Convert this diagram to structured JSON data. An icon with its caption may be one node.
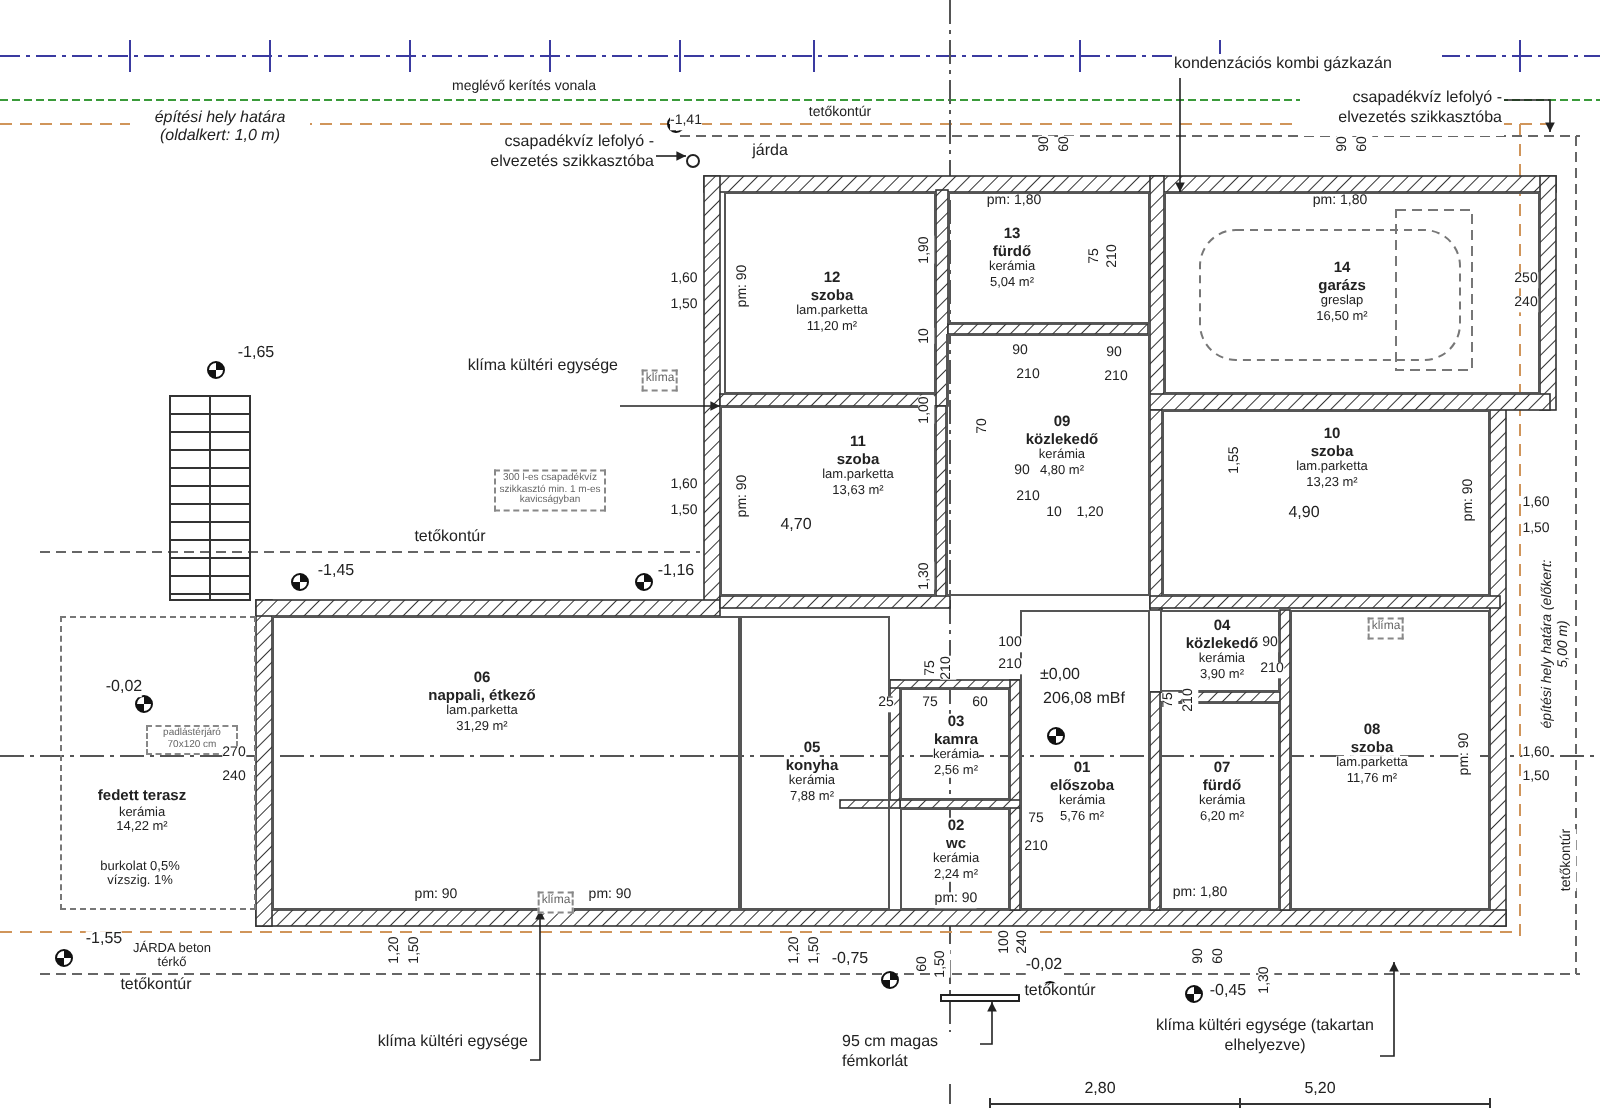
{
  "diagram": {
    "nodes": [
      {
        "text": [
          "12",
          "szoba",
          "lam.parketta",
          "11,20 m²"
        ]
      },
      {
        "text": [
          "13",
          "fürdő",
          "kerámia",
          "5,04 m²"
        ]
      },
      {
        "text": [
          "14",
          "garázs",
          "greslap",
          "16,50 m²"
        ]
      },
      {
        "text": [
          "11",
          "szoba",
          "lam.parketta",
          "13,63 m²"
        ]
      },
      {
        "text": [
          "09",
          "közlekedő",
          "kerámia",
          "4,80 m²"
        ]
      },
      {
        "text": [
          "10",
          "szoba",
          "lam.parketta",
          "13,23 m²"
        ]
      },
      {
        "text": [
          "06",
          "nappali, étkező",
          "lam.parketta",
          "31,29 m²"
        ]
      },
      {
        "text": [
          "05",
          "konyha",
          "kerámia",
          "7,88 m²"
        ]
      },
      {
        "text": [
          "03",
          "kamra",
          "kerámia",
          "2,56 m²"
        ]
      },
      {
        "text": [
          "04",
          "közlekedő",
          "kerámia",
          "3,90 m²"
        ]
      },
      {
        "text": [
          "01",
          "előszoba",
          "kerámia",
          "5,76 m²"
        ]
      },
      {
        "text": [
          "07",
          "fürdő",
          "kerámia",
          "6,20 m²"
        ]
      },
      {
        "text": [
          "08",
          "szoba",
          "lam.parketta",
          "11,76 m²"
        ]
      },
      {
        "text": [
          "02",
          "wc",
          "kerámia",
          "2,24 m²"
        ]
      },
      {
        "text": [
          "fedett terasz",
          "kerámia",
          "14,22 m²"
        ]
      },
      {
        "text": [
          "klíma kültéri egysége"
        ]
      },
      {
        "text": [
          "kondenzációs kombi gázkazán"
        ]
      },
      {
        "text": [
          "csapadékvíz lefolyó -elvezetés szikkasztóba"
        ]
      },
      {
        "text": [
          "csapadékvíz lefolyó -elvezetés szikkasztóba"
        ]
      },
      {
        "text": [
          "klíma kültéri egysége"
        ]
      },
      {
        "text": [
          "95 cm magas fémkorlát"
        ]
      },
      {
        "text": [
          "klíma kültéri egysége (takartan elhelyezve)"
        ]
      },
      {
        "text": [],
        "shape": "bar"
      },
      {
        "text": [],
        "shape": "circle"
      }
    ],
    "edges": [
      {
        "from": 15,
        "to": 3,
        "arrow": "to"
      },
      {
        "from": 16,
        "to": 2,
        "arrow": "to"
      },
      {
        "from": 17,
        "to": 23,
        "arrow": "to"
      },
      {
        "from": 18,
        "to": null,
        "arrow": "to"
      },
      {
        "from": 19,
        "to": 6,
        "arrow": "to"
      },
      {
        "from": 20,
        "to": 22,
        "arrow": "to"
      },
      {
        "from": 21,
        "to": null,
        "arrow": "to"
      }
    ],
    "labels": [
      "meglévő kerítés vonala",
      "tetőkontúr",
      "építési hely határa (oldalkert: 1,0 m)",
      "-1,41",
      "járda",
      "pm: 1,80",
      "pm: 1,80",
      "90",
      "60",
      "90",
      "60",
      "1,60",
      "1,50",
      "1,90",
      "75",
      "210",
      "10",
      "90",
      "210",
      "90",
      "210",
      "250",
      "240",
      "-1,65",
      "klíma",
      "300 l-es csapadékvíz szikkasztó min. 1 m-es kavicságyban",
      "1,00",
      "70",
      "1,60",
      "1,50",
      "90",
      "210",
      "4,70",
      "10",
      "1,20",
      "4,90",
      "1,55",
      "1,60",
      "1,50",
      "tetőkontúr",
      "-1,45",
      "-1,16",
      "1,30",
      "-0,02",
      "padlástérjáró 70x120 cm",
      "270",
      "240",
      "burkolat 0,5% vízszig. 1%",
      "±0,00",
      "206,08 mBf",
      "100",
      "210",
      "75",
      "210",
      "25",
      "75",
      "60",
      "90",
      "210",
      "75",
      "210",
      "1,60",
      "1,50",
      "pm: 90",
      "75",
      "210",
      "pm: 90",
      "pm: 90",
      "pm: 90",
      "pm: 1,80",
      "klíma",
      "klíma",
      "1,20",
      "1,50",
      "1,20",
      "1,50",
      "60",
      "1,50",
      "100",
      "240",
      "90",
      "60",
      "1,30",
      "-1,55",
      "JÁRDA beton térkő",
      "tetőkontúr",
      "-0,75",
      "-0,02",
      "tetőkontúr",
      "-0,45",
      "tetőkontúr",
      "építési hely határa (előkert: 5,00 m)",
      "2,80",
      "5,20",
      "pm: 90",
      "pm: 90",
      "pm: 90"
    ]
  }
}
